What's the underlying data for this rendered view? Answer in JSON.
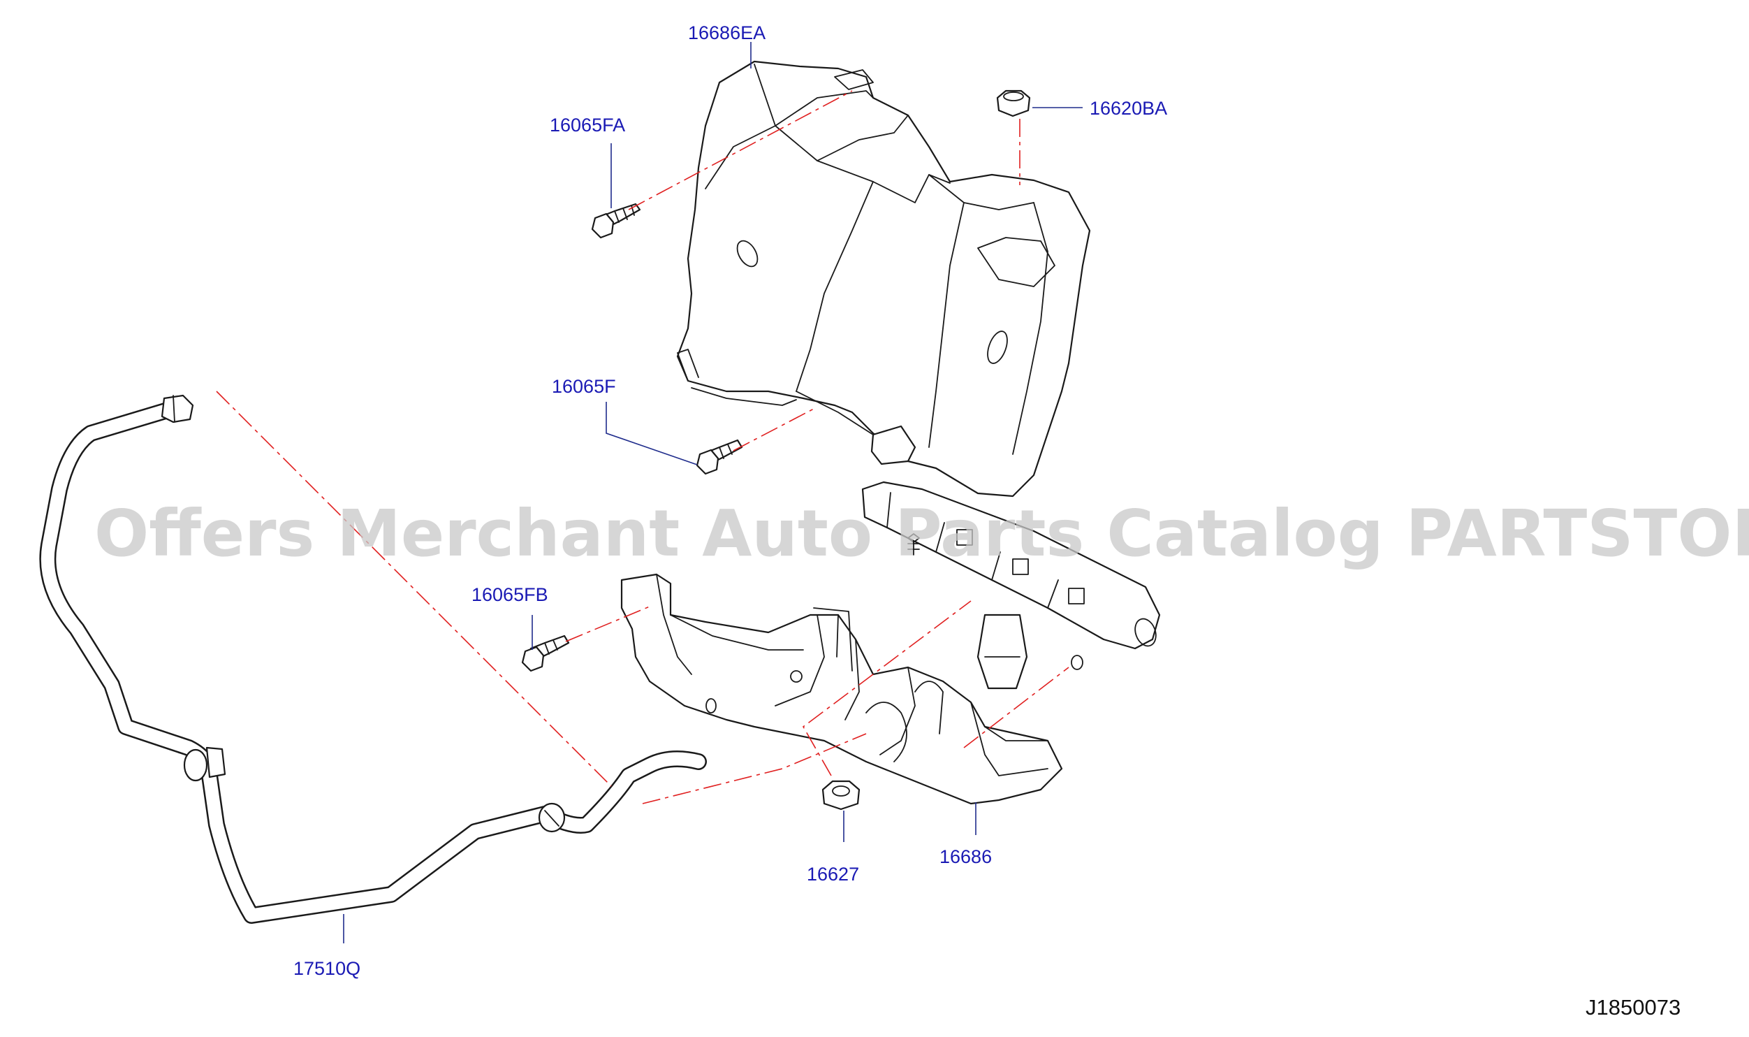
{
  "callouts": {
    "p16686EA": "16686EA",
    "p16620BA": "16620BA",
    "p16065FA": "16065FA",
    "p16065F": "16065F",
    "p16065FB": "16065FB",
    "p16627": "16627",
    "p16686": "16686",
    "p17510Q": "17510Q"
  },
  "diagram_code": "J1850073",
  "watermark": "Offers Merchant Auto Parts Catalog PARTSTORE.SA",
  "colors": {
    "callout_text": "#1a1ab4",
    "leader": "#1f2c8c",
    "phantom_line": "#e02020",
    "outline": "#1a1a1a"
  }
}
